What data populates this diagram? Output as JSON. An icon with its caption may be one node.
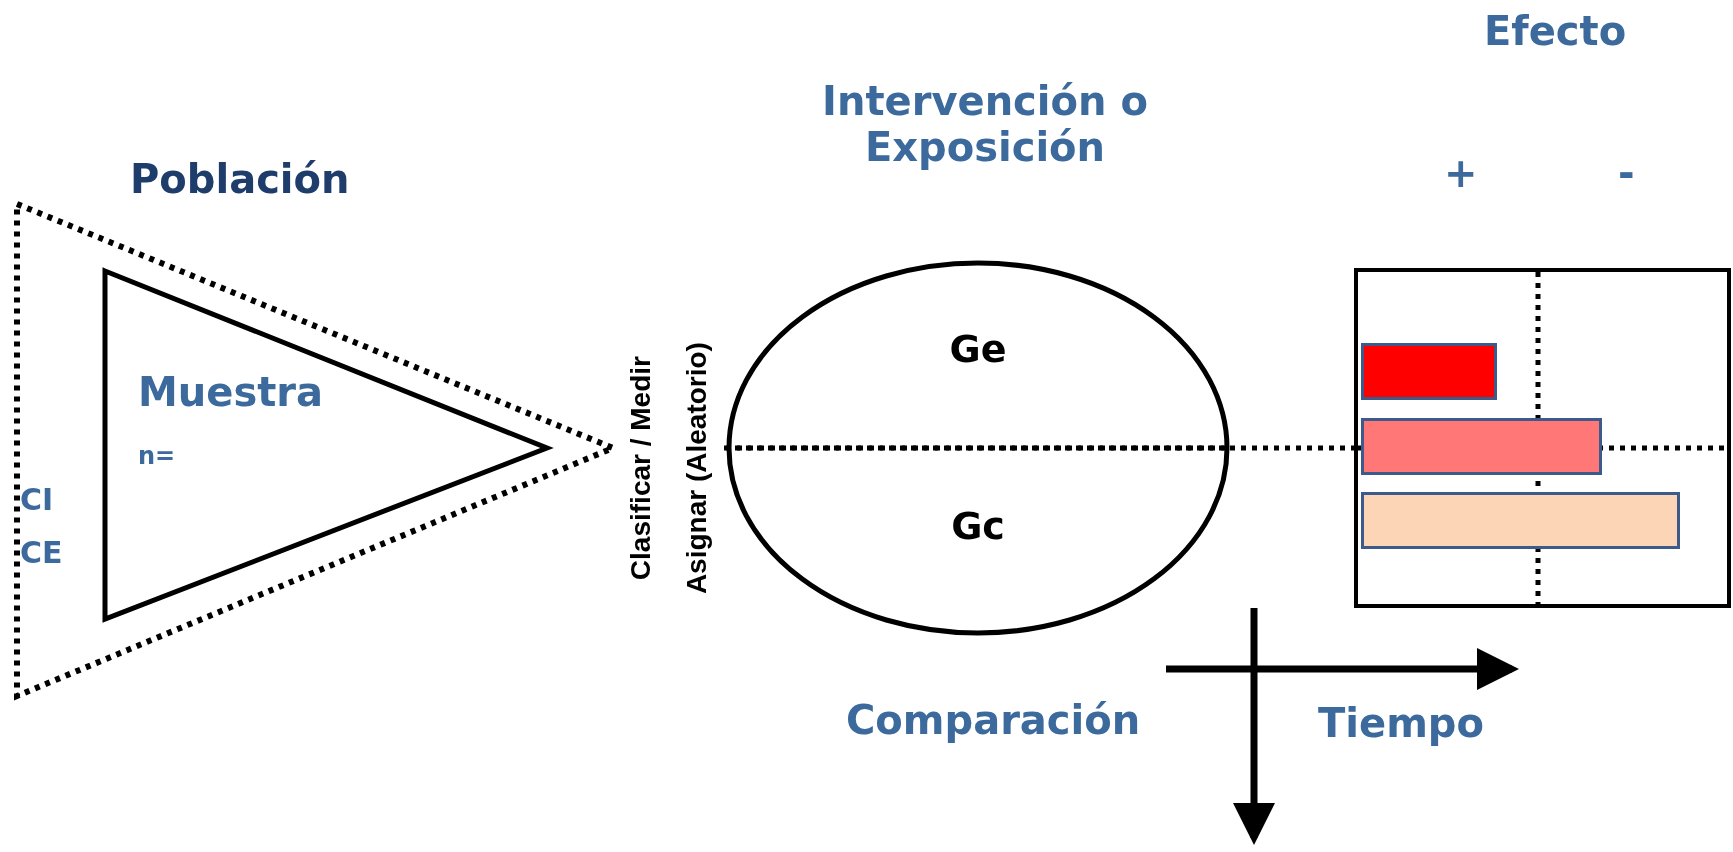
{
  "diagram": {
    "nodes": [
      {
        "text": [
          "Población"
        ]
      },
      {
        "text": [
          "Muestra",
          "n="
        ],
        "in": 0
      },
      {
        "text": [
          "Ge",
          "Gc"
        ]
      },
      {
        "text": [],
        "shape": "box"
      },
      {
        "text": [],
        "shape": "bar",
        "in": 3
      },
      {
        "text": [],
        "shape": "bar",
        "in": 3
      },
      {
        "text": [],
        "shape": "bar",
        "in": 3
      }
    ],
    "labels": [
      "Efecto",
      "CI",
      "CE",
      "Intervención o Exposición",
      "+",
      "-",
      "Clasificar / Medir",
      "Asignar (Aleatorio)",
      "Comparación",
      "Tiempo"
    ]
  }
}
